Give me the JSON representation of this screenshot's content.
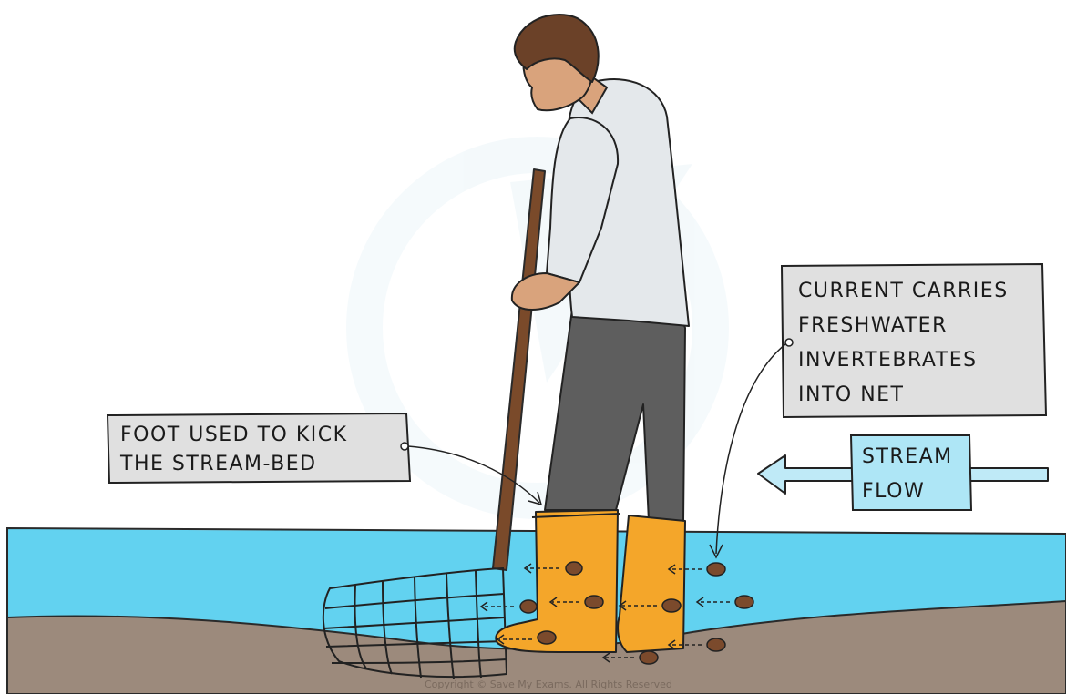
{
  "labels": {
    "foot_line1": "FOOT USED TO KICK",
    "foot_line2": "THE STREAM-BED",
    "current_line1": "CURRENT CARRIES",
    "current_line2": "FRESHWATER",
    "current_line3": "INVERTEBRATES",
    "current_line4": "INTO NET",
    "flow_line1": "STREAM",
    "flow_line2": "FLOW"
  },
  "copyright": "Copyright © Save My Exams. All Rights Reserved",
  "colors": {
    "water": "#62d2f0",
    "streambed": "#9c8a7c",
    "boots": "#f4a62a",
    "trousers": "#5e5e5e",
    "shirt": "#e4e8eb",
    "skin": "#d9a37c",
    "hair": "#6b4128",
    "net_pole": "#7a4a2a",
    "label_box": "#e0e0e0",
    "flow_arrow": "#bfeaf7",
    "flow_box": "#aee6f6",
    "invertebrate": "#7b4a2c"
  },
  "icons": [
    "stream-flow-arrow-icon",
    "invertebrate-icon",
    "kick-net-icon"
  ]
}
